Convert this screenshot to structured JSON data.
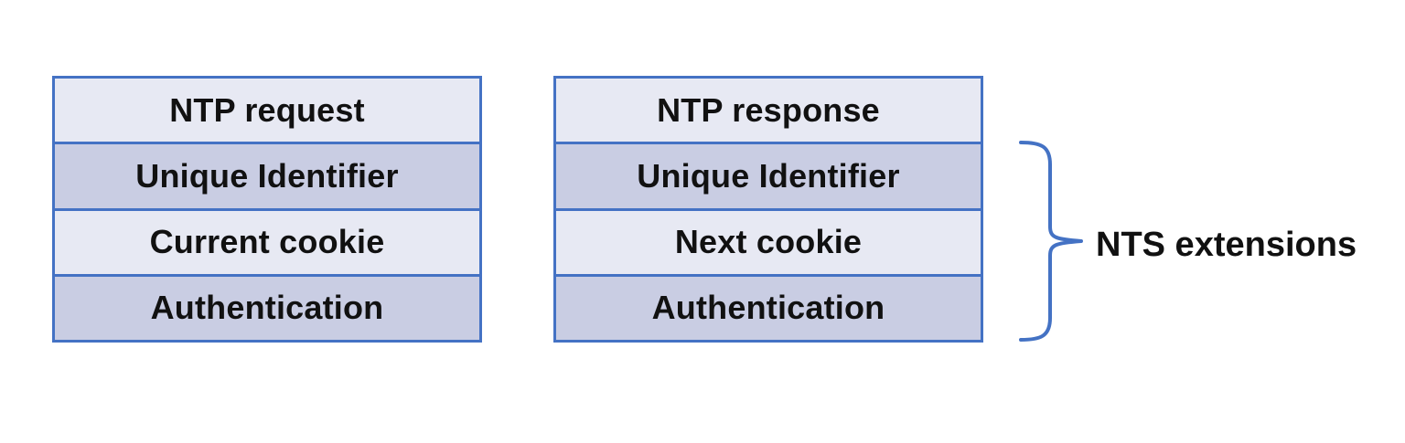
{
  "colors": {
    "accent_blue": "#4472c4",
    "row_light": "#e7e9f3",
    "row_dark": "#c9cde3",
    "text": "#111111"
  },
  "tables": [
    {
      "id": "ntp-request-packet",
      "rows": [
        "NTP request",
        "Unique Identifier",
        "Current cookie",
        "Authentication"
      ]
    },
    {
      "id": "ntp-response-packet",
      "rows": [
        "NTP response",
        "Unique Identifier",
        "Next cookie",
        "Authentication"
      ]
    }
  ],
  "brace": {
    "label": "NTS extensions"
  }
}
